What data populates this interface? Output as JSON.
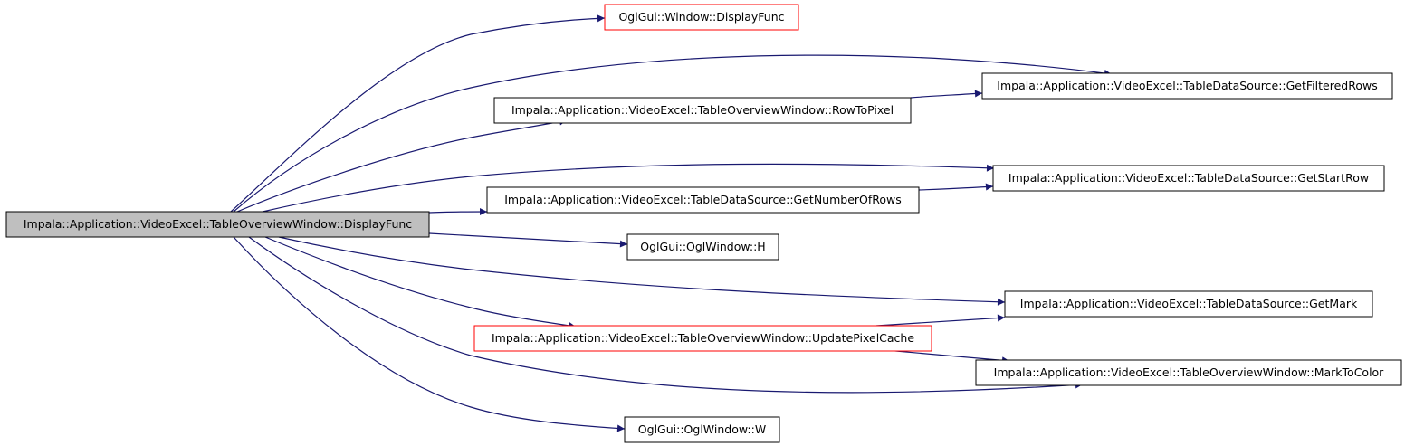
{
  "colors": {
    "edge": "#191970",
    "node_border_default": "#000000",
    "node_border_truncated": "#ff0000",
    "root_fill": "#bfbfbf",
    "node_fill": "#ffffff"
  },
  "root": {
    "label": "Impala::Application::VideoExcel::TableOverviewWindow::DisplayFunc"
  },
  "nodes": [
    {
      "id": "n_oglgui_window_displayfunc",
      "label": "OglGui::Window::DisplayFunc",
      "border": "red"
    },
    {
      "id": "n_getfilteredrows",
      "label": "Impala::Application::VideoExcel::TableDataSource::GetFilteredRows",
      "border": "black"
    },
    {
      "id": "n_rowtopixel",
      "label": "Impala::Application::VideoExcel::TableOverviewWindow::RowToPixel",
      "border": "black"
    },
    {
      "id": "n_getstartrow",
      "label": "Impala::Application::VideoExcel::TableDataSource::GetStartRow",
      "border": "black"
    },
    {
      "id": "n_getnumberofrows",
      "label": "Impala::Application::VideoExcel::TableDataSource::GetNumberOfRows",
      "border": "black"
    },
    {
      "id": "n_h",
      "label": "OglGui::OglWindow::H",
      "border": "black"
    },
    {
      "id": "n_getmark",
      "label": "Impala::Application::VideoExcel::TableDataSource::GetMark",
      "border": "black"
    },
    {
      "id": "n_updatepixelcache",
      "label": "Impala::Application::VideoExcel::TableOverviewWindow::UpdatePixelCache",
      "border": "red"
    },
    {
      "id": "n_marktocolor",
      "label": "Impala::Application::VideoExcel::TableOverviewWindow::MarkToColor",
      "border": "black"
    },
    {
      "id": "n_w",
      "label": "OglGui::OglWindow::W",
      "border": "black"
    }
  ],
  "edges": [
    {
      "from": "root",
      "to": "n_oglgui_window_displayfunc"
    },
    {
      "from": "root",
      "to": "n_getfilteredrows"
    },
    {
      "from": "root",
      "to": "n_rowtopixel"
    },
    {
      "from": "root",
      "to": "n_getstartrow"
    },
    {
      "from": "root",
      "to": "n_getnumberofrows"
    },
    {
      "from": "root",
      "to": "n_h"
    },
    {
      "from": "root",
      "to": "n_getmark"
    },
    {
      "from": "root",
      "to": "n_updatepixelcache"
    },
    {
      "from": "root",
      "to": "n_marktocolor"
    },
    {
      "from": "root",
      "to": "n_w"
    },
    {
      "from": "n_rowtopixel",
      "to": "n_getfilteredrows"
    },
    {
      "from": "n_getnumberofrows",
      "to": "n_getstartrow"
    },
    {
      "from": "n_updatepixelcache",
      "to": "n_getmark"
    },
    {
      "from": "n_updatepixelcache",
      "to": "n_marktocolor"
    }
  ]
}
